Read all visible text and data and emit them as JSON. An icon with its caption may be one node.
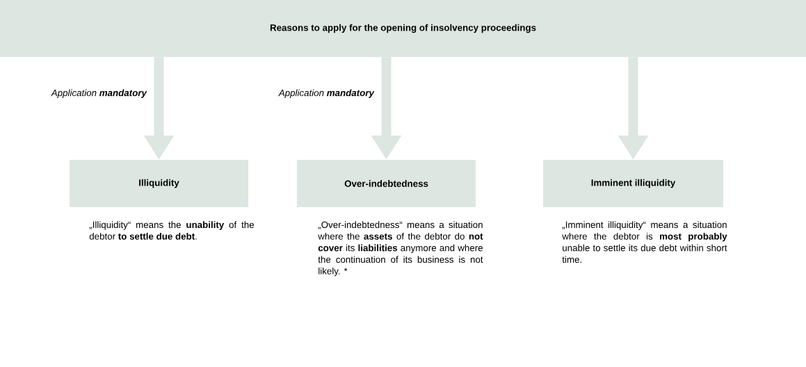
{
  "diagram": {
    "nodes": [
      {
        "text": [
          "Reasons to apply for the opening of insolvency proceedings"
        ]
      },
      {
        "text": [
          "Illiquidity"
        ],
        "beside": [
          "„Illiquidity“ means the **unability** of the debtor **to settle due debt**."
        ]
      },
      {
        "text": [
          "Over-indebtedness"
        ],
        "beside": [
          "„Over-indebtedness“ means a situation where the **assets** of the debtor do **not cover** its **liabilities** anymore and where the continuation of its business is not likely. *"
        ]
      },
      {
        "text": [
          "Imminent illiquidity"
        ],
        "beside": [
          "„Imminent illiquidity“ means a situation where the debtor is **most probably** unable to settle its due debt within short time."
        ]
      }
    ],
    "edges": [
      {
        "from": 0,
        "to": 1,
        "arrow": "to",
        "label": "Application **mandatory**"
      },
      {
        "from": 0,
        "to": 2,
        "arrow": "to",
        "label": "Application **mandatory**"
      },
      {
        "from": 0,
        "to": 3,
        "arrow": "to"
      }
    ]
  }
}
